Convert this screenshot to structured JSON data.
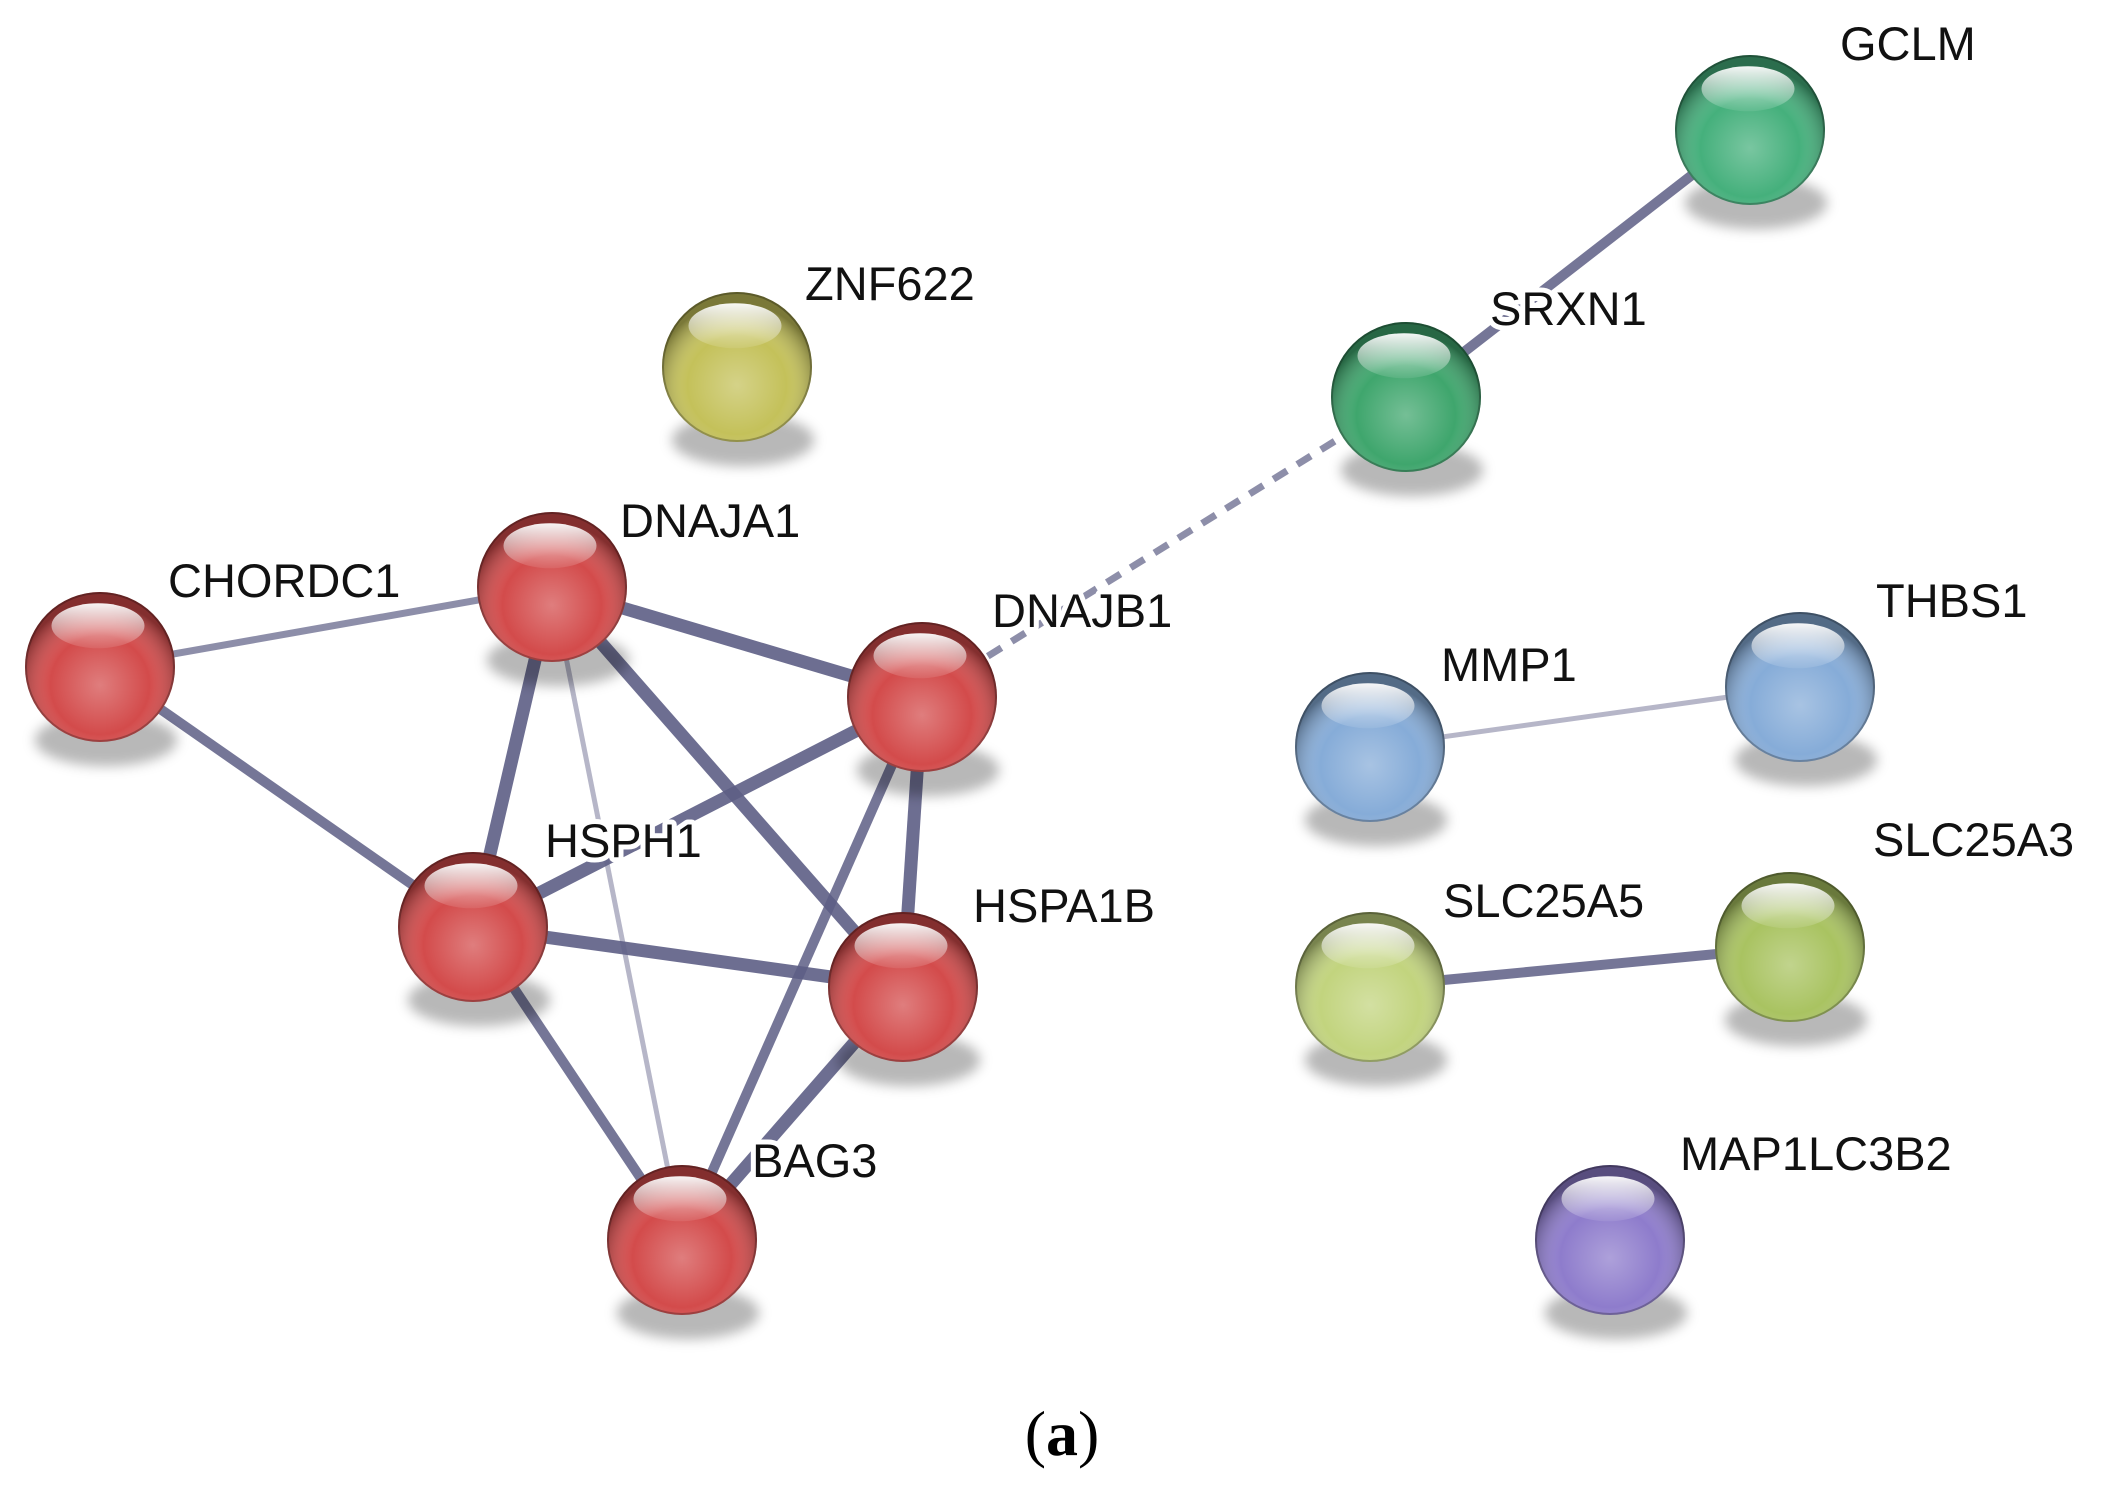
{
  "nodes": [
    {
      "id": "GCLM",
      "label": "GCLM",
      "color": "#45b07c"
    },
    {
      "id": "ZNF622",
      "label": "ZNF622",
      "color": "#c4c15a"
    },
    {
      "id": "SRXN1",
      "label": "SRXN1",
      "color": "#3fa66d"
    },
    {
      "id": "DNAJA1",
      "label": "DNAJA1",
      "color": "#d34b4b"
    },
    {
      "id": "CHORDC1",
      "label": "CHORDC1",
      "color": "#d34b4b"
    },
    {
      "id": "DNAJB1",
      "label": "DNAJB1",
      "color": "#d34b4b"
    },
    {
      "id": "THBS1",
      "label": "THBS1",
      "color": "#86acd8"
    },
    {
      "id": "MMP1",
      "label": "MMP1",
      "color": "#86acd8"
    },
    {
      "id": "HSPH1",
      "label": "HSPH1",
      "color": "#d34b4b"
    },
    {
      "id": "HSPA1B",
      "label": "HSPA1B",
      "color": "#d34b4b"
    },
    {
      "id": "SLC25A5",
      "label": "SLC25A5",
      "color": "#c2d47e"
    },
    {
      "id": "SLC25A3",
      "label": "SLC25A3",
      "color": "#a9c361"
    },
    {
      "id": "BAG3",
      "label": "BAG3",
      "color": "#d34b4b"
    },
    {
      "id": "MAP1LC3B2",
      "label": "MAP1LC3B2",
      "color": "#8e7ccc"
    }
  ],
  "edges": [
    {
      "source": "GCLM",
      "target": "SRXN1",
      "style": "solid",
      "strength": "medium"
    },
    {
      "source": "SRXN1",
      "target": "DNAJB1",
      "style": "dashed",
      "strength": "weak"
    },
    {
      "source": "CHORDC1",
      "target": "DNAJA1",
      "style": "solid",
      "strength": "weak"
    },
    {
      "source": "CHORDC1",
      "target": "HSPH1",
      "style": "solid",
      "strength": "medium"
    },
    {
      "source": "DNAJA1",
      "target": "DNAJB1",
      "style": "solid",
      "strength": "strong"
    },
    {
      "source": "DNAJA1",
      "target": "HSPH1",
      "style": "solid",
      "strength": "strong"
    },
    {
      "source": "DNAJA1",
      "target": "HSPA1B",
      "style": "solid",
      "strength": "strong"
    },
    {
      "source": "DNAJA1",
      "target": "BAG3",
      "style": "solid",
      "strength": "light"
    },
    {
      "source": "DNAJB1",
      "target": "HSPH1",
      "style": "solid",
      "strength": "strong"
    },
    {
      "source": "DNAJB1",
      "target": "HSPA1B",
      "style": "solid",
      "strength": "strong"
    },
    {
      "source": "DNAJB1",
      "target": "BAG3",
      "style": "solid",
      "strength": "medium"
    },
    {
      "source": "HSPH1",
      "target": "HSPA1B",
      "style": "solid",
      "strength": "strong"
    },
    {
      "source": "HSPH1",
      "target": "BAG3",
      "style": "solid",
      "strength": "medium"
    },
    {
      "source": "HSPA1B",
      "target": "BAG3",
      "style": "solid",
      "strength": "strong"
    },
    {
      "source": "MMP1",
      "target": "THBS1",
      "style": "solid",
      "strength": "light"
    },
    {
      "source": "SLC25A5",
      "target": "SLC25A3",
      "style": "solid",
      "strength": "medium"
    }
  ],
  "edge_color": "#5d5e85",
  "caption": {
    "open": "(",
    "letter": "a",
    "close": ")"
  }
}
